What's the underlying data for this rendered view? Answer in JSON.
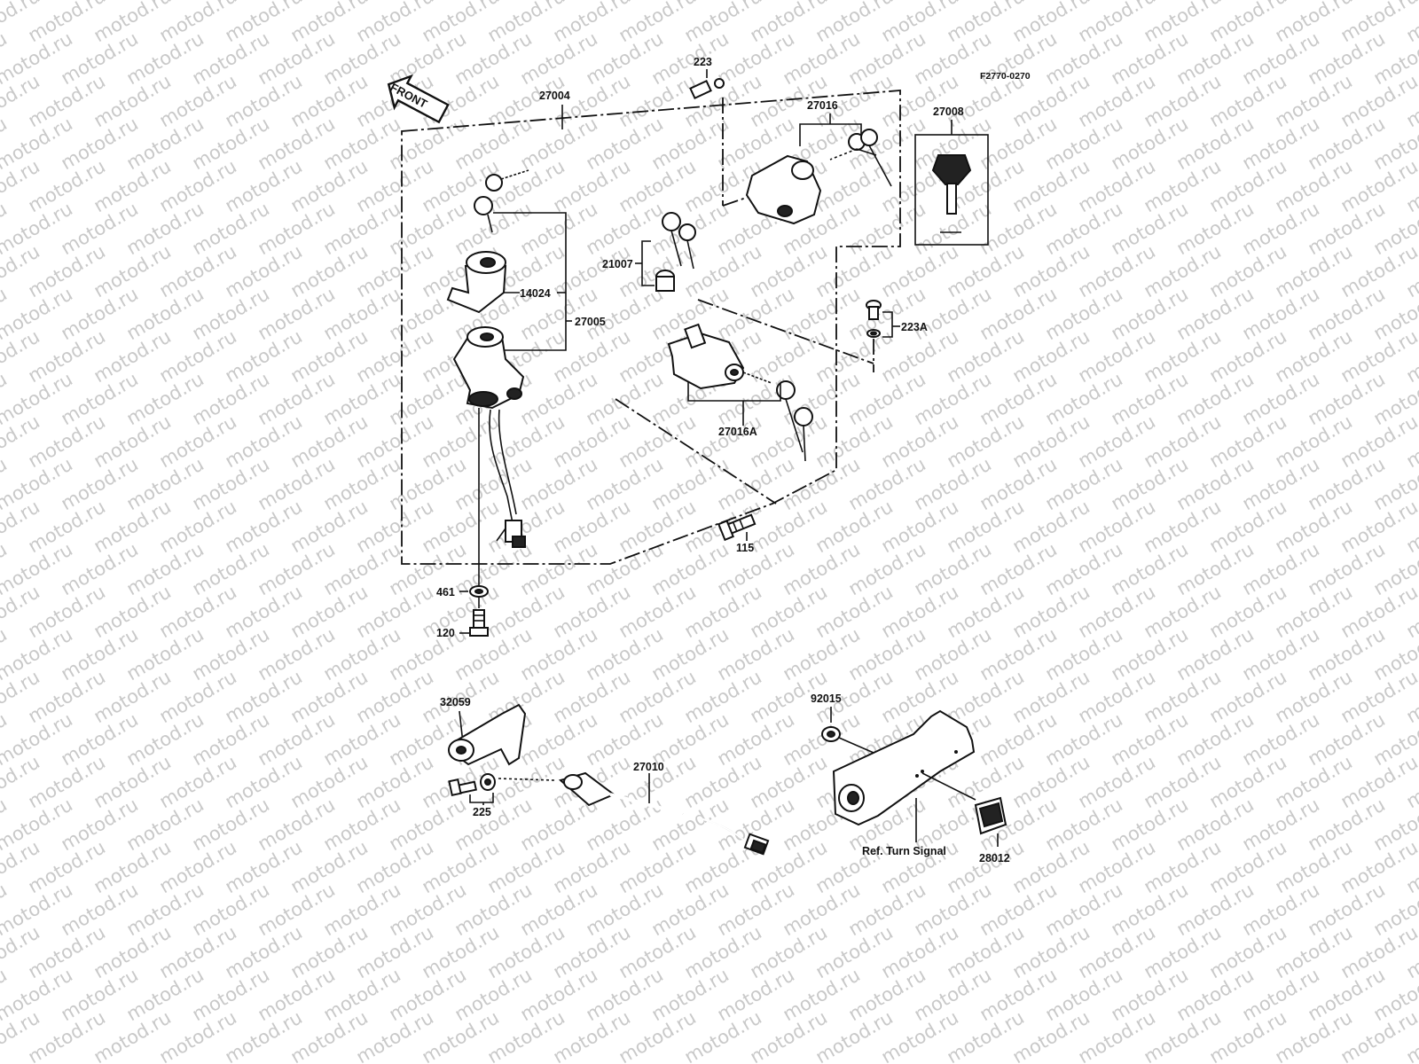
{
  "figure_code": "F2770-0270",
  "watermark": "motod.ru",
  "front_arrow": "FRONT",
  "parts": {
    "p27004": "27004",
    "p223": "223",
    "p27016": "27016",
    "p27008": "27008",
    "p21007": "21007",
    "p14024": "14024",
    "p27005": "27005",
    "p223A": "223A",
    "p27016A": "27016A",
    "p115": "115",
    "p461": "461",
    "p120": "120",
    "p32059": "32059",
    "p92015": "92015",
    "p27010": "27010",
    "p225": "225",
    "ref_turn_signal": "Ref. Turn Signal",
    "p28012": "28012"
  }
}
